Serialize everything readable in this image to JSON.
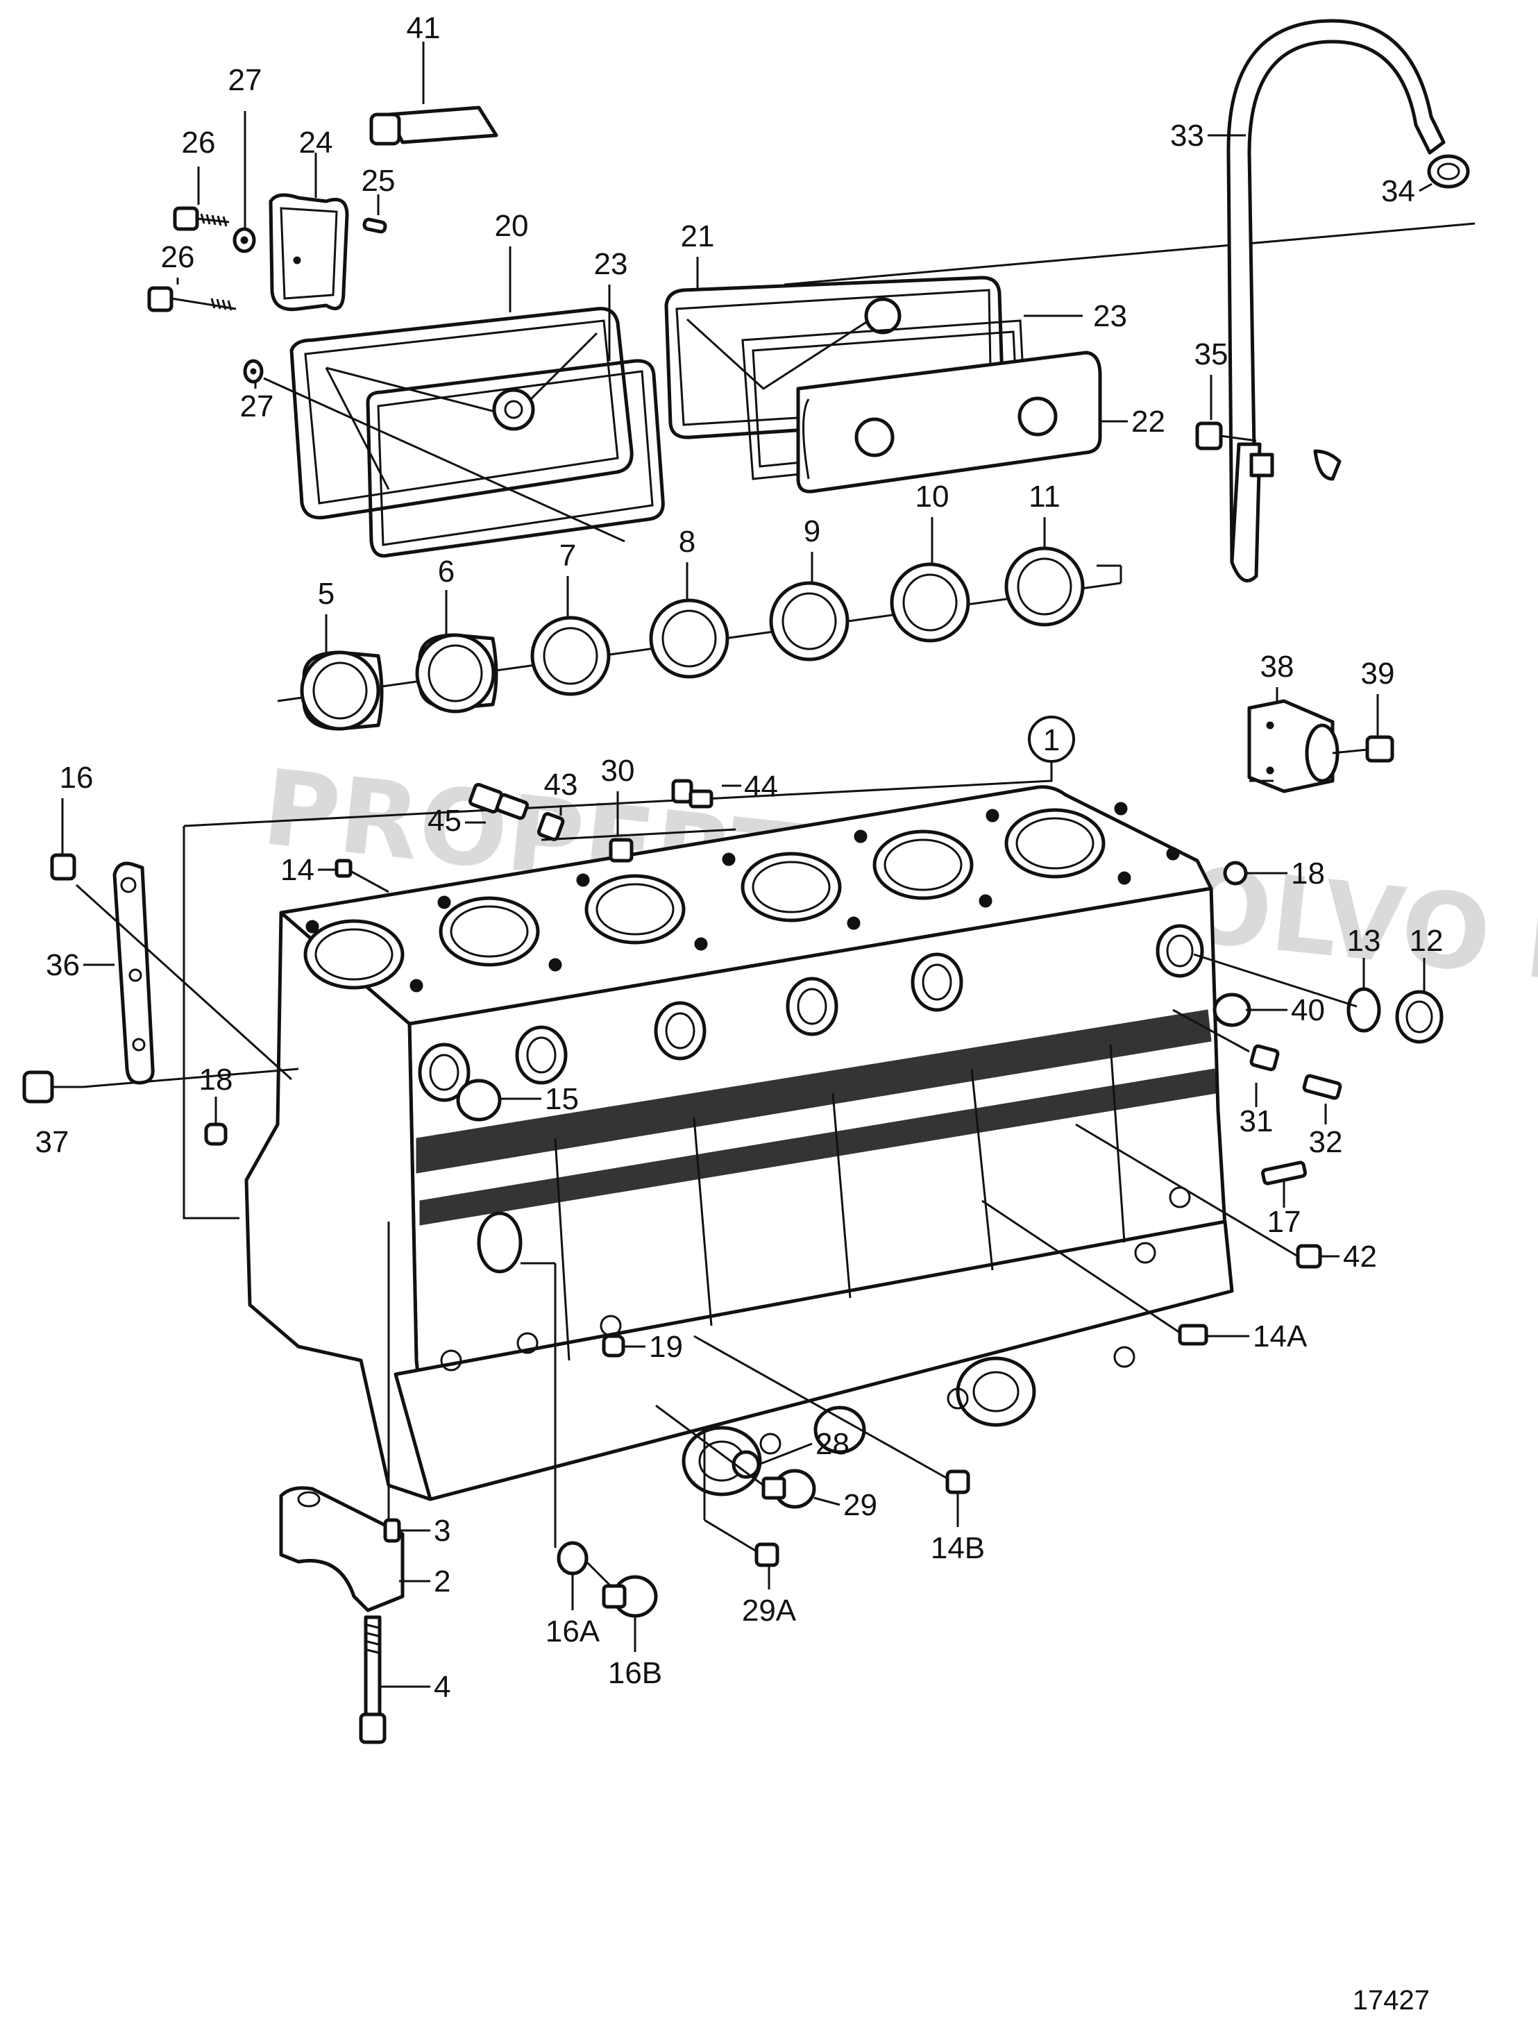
{
  "callouts": [
    "1",
    "2",
    "3",
    "4",
    "5",
    "6",
    "7",
    "8",
    "9",
    "10",
    "11",
    "12",
    "13",
    "14",
    "14A",
    "14B",
    "15",
    "16",
    "16A",
    "16B",
    "17",
    "18",
    "19",
    "20",
    "21",
    "22",
    "23",
    "24",
    "25",
    "26",
    "27",
    "28",
    "29",
    "29A",
    "30",
    "31",
    "32",
    "33",
    "34",
    "35",
    "36",
    "37",
    "38",
    "39",
    "40",
    "41",
    "42",
    "43",
    "44",
    "45"
  ],
  "labels": {
    "c41": "41",
    "c27a": "27",
    "c26a": "26",
    "c24": "24",
    "c25": "25",
    "c26b": "26",
    "c27b": "27",
    "c20": "20",
    "c23a": "23",
    "c21": "21",
    "c23b": "23",
    "c22": "22",
    "c33": "33",
    "c34": "34",
    "c35": "35",
    "c5": "5",
    "c6": "6",
    "c7": "7",
    "c8": "8",
    "c9": "9",
    "c10": "10",
    "c11": "11",
    "c38": "38",
    "c39": "39",
    "c1": "1",
    "c16": "16",
    "c30": "30",
    "c43": "43",
    "c44": "44",
    "c45": "45",
    "c14": "14",
    "c18a": "18",
    "c13": "13",
    "c12": "12",
    "c36": "36",
    "c40": "40",
    "c15": "15",
    "c31": "31",
    "c32": "32",
    "c37": "37",
    "c18b": "18",
    "c17": "17",
    "c42": "42",
    "c19": "19",
    "c14A": "14A",
    "c28": "28",
    "c29": "29",
    "c3": "3",
    "c2": "2",
    "c14B": "14B",
    "c29A": "29A",
    "c16A": "16A",
    "c16B": "16B",
    "c4": "4"
  },
  "reference_number": "17427",
  "watermark": "PROPERTY OF VOLVO PENTA"
}
